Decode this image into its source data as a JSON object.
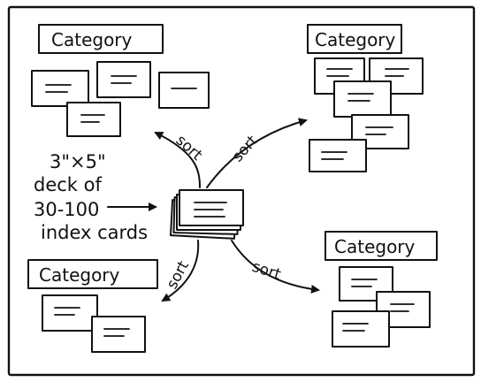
{
  "category_label": "Category",
  "source": {
    "line1": "3\"×5\"",
    "line2": "deck of",
    "line3": "30-100",
    "line4": "index cards"
  },
  "arrow_label": "sort"
}
